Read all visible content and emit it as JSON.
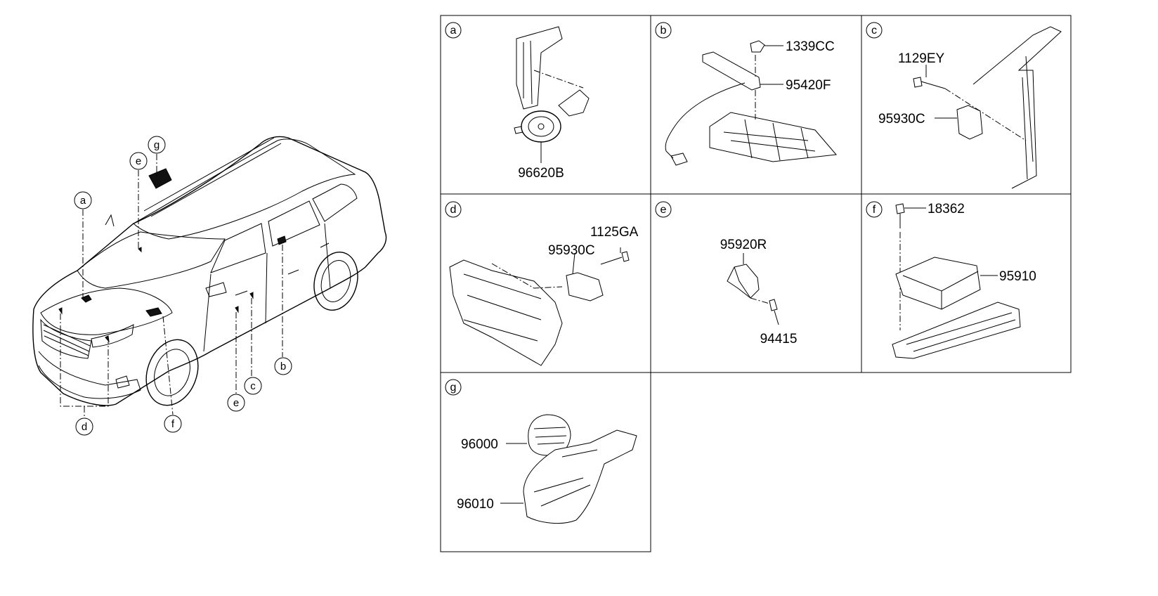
{
  "callouts": {
    "a": "a",
    "b": "b",
    "c": "c",
    "d": "d",
    "e1": "e",
    "e2": "e",
    "f": "f",
    "g": "g"
  },
  "panels": [
    {
      "letter": "a",
      "parts": [
        "96620B"
      ]
    },
    {
      "letter": "b",
      "parts": [
        "1339CC",
        "95420F"
      ]
    },
    {
      "letter": "c",
      "parts": [
        "1129EY",
        "95930C"
      ]
    },
    {
      "letter": "d",
      "parts": [
        "1125GA",
        "95930C"
      ]
    },
    {
      "letter": "e",
      "parts": [
        "95920R",
        "94415"
      ]
    },
    {
      "letter": "f",
      "parts": [
        "18362",
        "95910"
      ]
    },
    {
      "letter": "g",
      "parts": [
        "96000",
        "96010"
      ]
    }
  ]
}
